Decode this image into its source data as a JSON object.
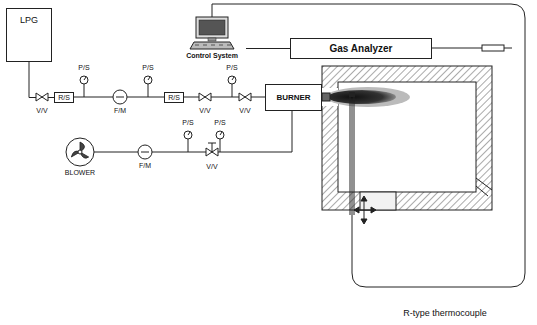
{
  "diagram": {
    "nodes": [
      {
        "text": [
          "LPG"
        ]
      },
      {
        "text": [
          "R/S"
        ]
      },
      {
        "text": [
          "F/M"
        ]
      },
      {
        "text": [
          "R/S"
        ]
      },
      {
        "text": [
          "BURNER"
        ]
      },
      {
        "text": [
          "Control System"
        ]
      },
      {
        "text": [
          "Gas Analyzer"
        ]
      },
      {
        "text": [
          "BLOWER"
        ]
      },
      {
        "text": [
          "F/M"
        ]
      }
    ],
    "edges": [
      {
        "from": 0,
        "to": 1,
        "arrow": "none"
      },
      {
        "from": 1,
        "to": 2,
        "arrow": "none"
      },
      {
        "from": 2,
        "to": 3,
        "arrow": "none"
      },
      {
        "from": 3,
        "to": 4,
        "arrow": "none"
      },
      {
        "from": 7,
        "to": 8,
        "arrow": "none"
      },
      {
        "from": 8,
        "to": 4,
        "arrow": "none"
      },
      {
        "from": 5,
        "to": 6,
        "arrow": "none"
      }
    ],
    "labels": [
      "V/V",
      "P/S",
      "P/S",
      "P/S",
      "V/V",
      "V/V",
      "P/S",
      "P/S",
      "V/V",
      "R-type thermocouple"
    ]
  }
}
